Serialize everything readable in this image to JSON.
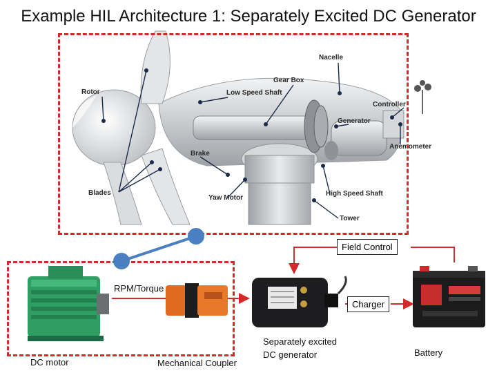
{
  "title": "Example HIL Architecture 1: Separately Excited DC Generator",
  "turbine_labels": {
    "nacelle": "Nacelle",
    "gear_box": "Gear Box",
    "rotor": "Rotor",
    "low_speed_shaft": "Low Speed Shaft",
    "controller": "Controller",
    "generator": "Generator",
    "anemometer": "Anemometer",
    "brake": "Brake",
    "blades": "Blades",
    "yaw_motor": "Yaw Motor",
    "high_speed_shaft": "High Speed Shaft",
    "tower": "Tower"
  },
  "signals": {
    "field_control": "Field Control",
    "rpm_torque": "RPM/Torque",
    "charger": "Charger"
  },
  "components": {
    "dc_motor": "DC motor",
    "mechanical_coupler": "Mechanical Coupler",
    "generator_line1": "Separately excited",
    "generator_line2": "DC generator",
    "battery": "Battery"
  },
  "colors": {
    "dash_border": "#d42a2a",
    "link_line": "#4a7fc1",
    "link_node": "#4a7fc1"
  }
}
